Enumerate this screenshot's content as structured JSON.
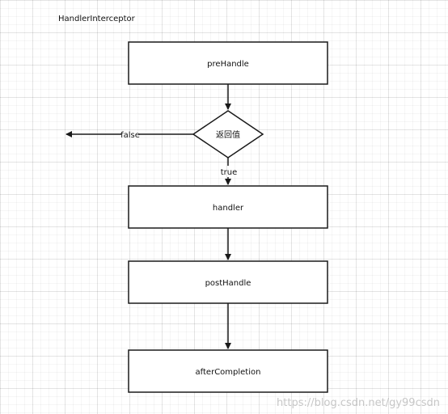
{
  "diagram": {
    "title": "HandlerInterceptor",
    "nodes": {
      "prehandle": "preHandle",
      "decision": "返回值",
      "handler": "handler",
      "posthandle": "postHandle",
      "aftercompletion": "afterCompletion"
    },
    "edges": {
      "false_label": "false",
      "true_label": "true"
    }
  },
  "watermark": "https://blog.csdn.net/gy99csdn",
  "colors": {
    "stroke": "#1a1a1a",
    "node_fill": "#ffffff",
    "grid": "#e6e6e6"
  }
}
